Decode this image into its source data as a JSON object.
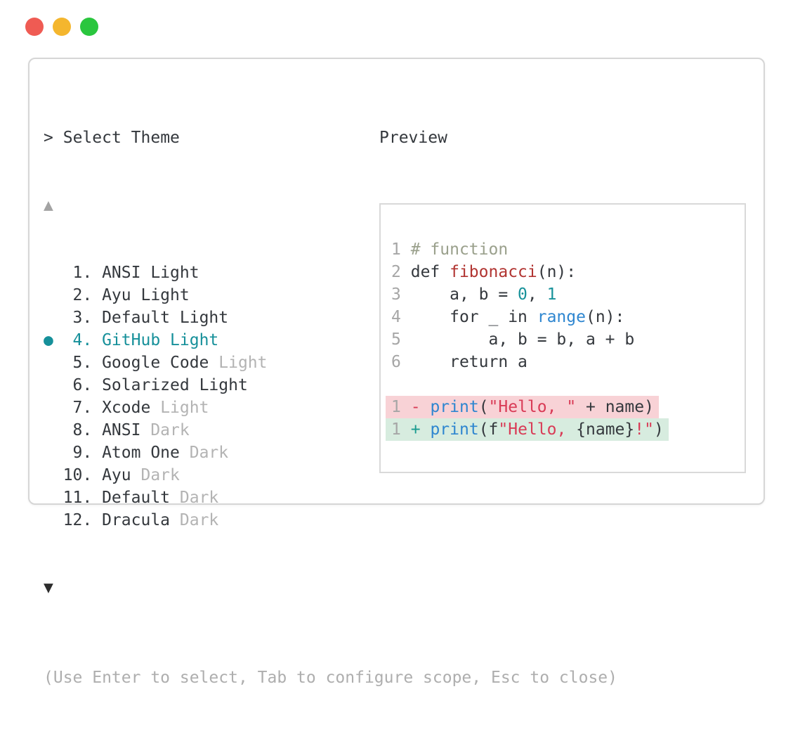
{
  "window": {
    "traffic_lights": [
      {
        "name": "close",
        "color": "#ef5b53"
      },
      {
        "name": "minimize",
        "color": "#f4b62e"
      },
      {
        "name": "zoom",
        "color": "#2ac63e"
      }
    ]
  },
  "theme_picker": {
    "prompt": ">",
    "title": "Select Theme",
    "scroll_up_glyph": "▲",
    "scroll_down_glyph": "▼",
    "selected_marker": "●",
    "items": [
      {
        "number": "1",
        "label": "ANSI",
        "suffix": "Light",
        "muted_suffix": false,
        "selected": false
      },
      {
        "number": "2",
        "label": "Ayu",
        "suffix": "Light",
        "muted_suffix": false,
        "selected": false
      },
      {
        "number": "3",
        "label": "Default",
        "suffix": "Light",
        "muted_suffix": false,
        "selected": false
      },
      {
        "number": "4",
        "label": "GitHub",
        "suffix": "Light",
        "muted_suffix": false,
        "selected": true
      },
      {
        "number": "5",
        "label": "Google Code",
        "suffix": "Light",
        "muted_suffix": true,
        "selected": false
      },
      {
        "number": "6",
        "label": "Solarized",
        "suffix": "Light",
        "muted_suffix": false,
        "selected": false
      },
      {
        "number": "7",
        "label": "Xcode",
        "suffix": "Light",
        "muted_suffix": true,
        "selected": false
      },
      {
        "number": "8",
        "label": "ANSI",
        "suffix": "Dark",
        "muted_suffix": true,
        "selected": false
      },
      {
        "number": "9",
        "label": "Atom One",
        "suffix": "Dark",
        "muted_suffix": true,
        "selected": false
      },
      {
        "number": "10",
        "label": "Ayu",
        "suffix": "Dark",
        "muted_suffix": true,
        "selected": false
      },
      {
        "number": "11",
        "label": "Default",
        "suffix": "Dark",
        "muted_suffix": true,
        "selected": false
      },
      {
        "number": "12",
        "label": "Dracula",
        "suffix": "Dark",
        "muted_suffix": true,
        "selected": false
      }
    ],
    "help_text": "(Use Enter to select, Tab to configure scope, Esc to close)"
  },
  "preview": {
    "label": "Preview",
    "code_lines": [
      {
        "no": "1",
        "tokens": [
          [
            "# function",
            "comment"
          ]
        ]
      },
      {
        "no": "2",
        "tokens": [
          [
            "def ",
            "text"
          ],
          [
            "fibonacci",
            "func"
          ],
          [
            "(n):",
            "text"
          ]
        ]
      },
      {
        "no": "3",
        "tokens": [
          [
            "    a, b = ",
            "text"
          ],
          [
            "0",
            "number"
          ],
          [
            ", ",
            "text"
          ],
          [
            "1",
            "number"
          ]
        ]
      },
      {
        "no": "4",
        "tokens": [
          [
            "    for _ in ",
            "text"
          ],
          [
            "range",
            "call"
          ],
          [
            "(n):",
            "text"
          ]
        ]
      },
      {
        "no": "5",
        "tokens": [
          [
            "        a, b = b, a + b",
            "text"
          ]
        ]
      },
      {
        "no": "6",
        "tokens": [
          [
            "    return a",
            "text"
          ]
        ]
      }
    ],
    "diff_lines": [
      {
        "no": "1",
        "sign": "-",
        "sign_color": "removed",
        "bg": "removed_bg",
        "tokens": [
          [
            "print",
            "call"
          ],
          [
            "(",
            "text"
          ],
          [
            "\"Hello, \"",
            "string"
          ],
          [
            " + name",
            "text"
          ],
          [
            ")",
            "text"
          ]
        ]
      },
      {
        "no": "1",
        "sign": "+",
        "sign_color": "added",
        "bg": "added_bg",
        "tokens": [
          [
            "print",
            "call"
          ],
          [
            "(f",
            "text"
          ],
          [
            "\"Hello, ",
            "string"
          ],
          [
            "{name}",
            "text"
          ],
          [
            "!\"",
            "string"
          ],
          [
            ")",
            "text"
          ]
        ]
      }
    ]
  },
  "colors": {
    "text": "#34383d",
    "muted": "#b3b3b3",
    "help": "#aeaeae",
    "selected": "#16909a",
    "lineno": "#a6a6a6",
    "comment": "#9aa08c",
    "func": "#b13431",
    "number": "#18929a",
    "call": "#2e86d0",
    "string": "#d93b56",
    "removed": "#d93b56",
    "added": "#1a9b8f",
    "removed_bg": "#f8d2d6",
    "added_bg": "#d7ecdf"
  }
}
